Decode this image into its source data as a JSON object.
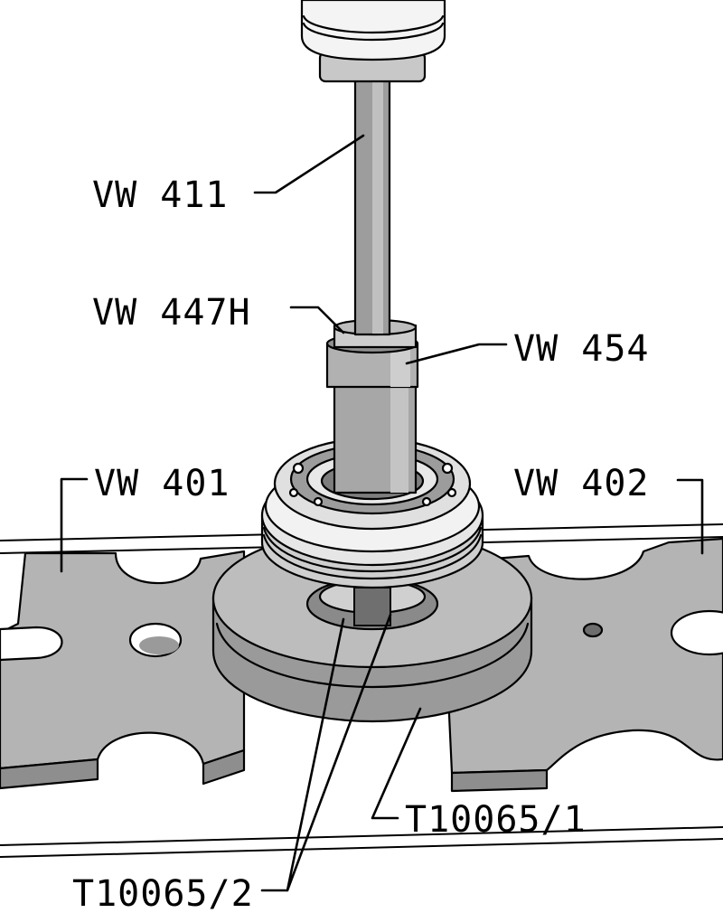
{
  "labels": {
    "vw411": "VW 411",
    "vw447h": "VW 447H",
    "vw454": "VW 454",
    "vw401": "VW 401",
    "vw402": "VW 402",
    "t10065_1": "T10065/1",
    "t10065_2": "T10065/2"
  },
  "colors": {
    "metal": "#a8a8a8",
    "metal_light": "#d8d8d8",
    "metal_dark": "#7e7e7e",
    "plate": "#b4b4b4",
    "ink": "#000000"
  }
}
